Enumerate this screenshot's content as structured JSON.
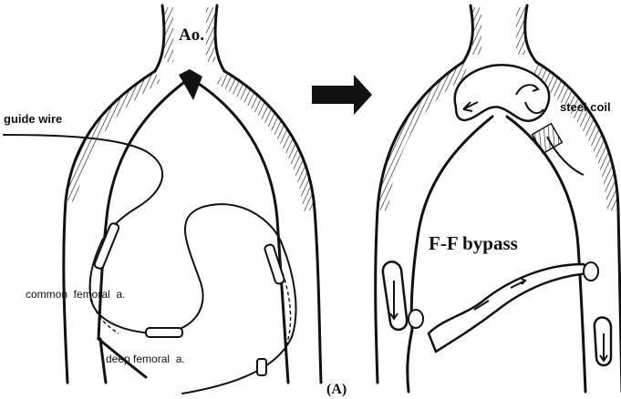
{
  "figure": {
    "left_panel": {
      "vessel_label": "Ao.",
      "guide_wire_label": "guide wire",
      "common_femoral_label": "common  femoral  a.",
      "deep_femoral_label": "deep femoral  a."
    },
    "right_panel": {
      "steel_coil_label": "steel coil",
      "bypass_label": "F-F bypass"
    },
    "panel_caption": "(A)",
    "arrow_icon": "right-arrow-icon"
  }
}
